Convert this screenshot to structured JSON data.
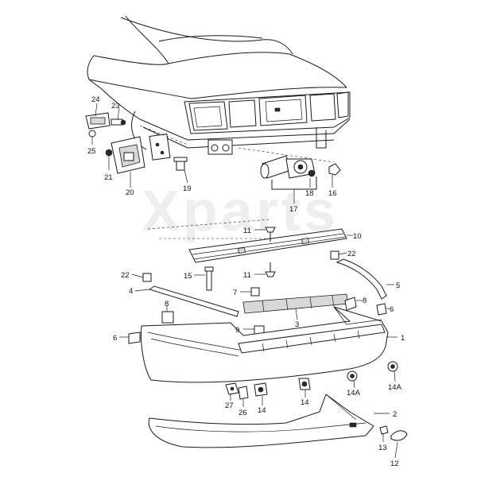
{
  "watermark": "Xparts",
  "callouts": [
    {
      "id": "c1",
      "text": "1"
    },
    {
      "id": "c2",
      "text": "2"
    },
    {
      "id": "c3",
      "text": "3"
    },
    {
      "id": "c4",
      "text": "4"
    },
    {
      "id": "c5",
      "text": "5"
    },
    {
      "id": "c6a",
      "text": "6"
    },
    {
      "id": "c6b",
      "text": "6"
    },
    {
      "id": "c7",
      "text": "7"
    },
    {
      "id": "c8a",
      "text": "8"
    },
    {
      "id": "c8b",
      "text": "8"
    },
    {
      "id": "c9",
      "text": "9"
    },
    {
      "id": "c10",
      "text": "10"
    },
    {
      "id": "c11a",
      "text": "11"
    },
    {
      "id": "c11b",
      "text": "11"
    },
    {
      "id": "c12",
      "text": "12"
    },
    {
      "id": "c13",
      "text": "13"
    },
    {
      "id": "c14a",
      "text": "14"
    },
    {
      "id": "c14b",
      "text": "14"
    },
    {
      "id": "c14A1",
      "text": "14A"
    },
    {
      "id": "c14A2",
      "text": "14A"
    },
    {
      "id": "c15",
      "text": "15"
    },
    {
      "id": "c16",
      "text": "16"
    },
    {
      "id": "c17",
      "text": "17"
    },
    {
      "id": "c18",
      "text": "18"
    },
    {
      "id": "c19",
      "text": "19"
    },
    {
      "id": "c20",
      "text": "20"
    },
    {
      "id": "c21",
      "text": "21"
    },
    {
      "id": "c22a",
      "text": "22"
    },
    {
      "id": "c22b",
      "text": "22"
    },
    {
      "id": "c23",
      "text": "23"
    },
    {
      "id": "c24",
      "text": "24"
    },
    {
      "id": "c25",
      "text": "25"
    },
    {
      "id": "c26",
      "text": "26"
    },
    {
      "id": "c27",
      "text": "27"
    }
  ]
}
